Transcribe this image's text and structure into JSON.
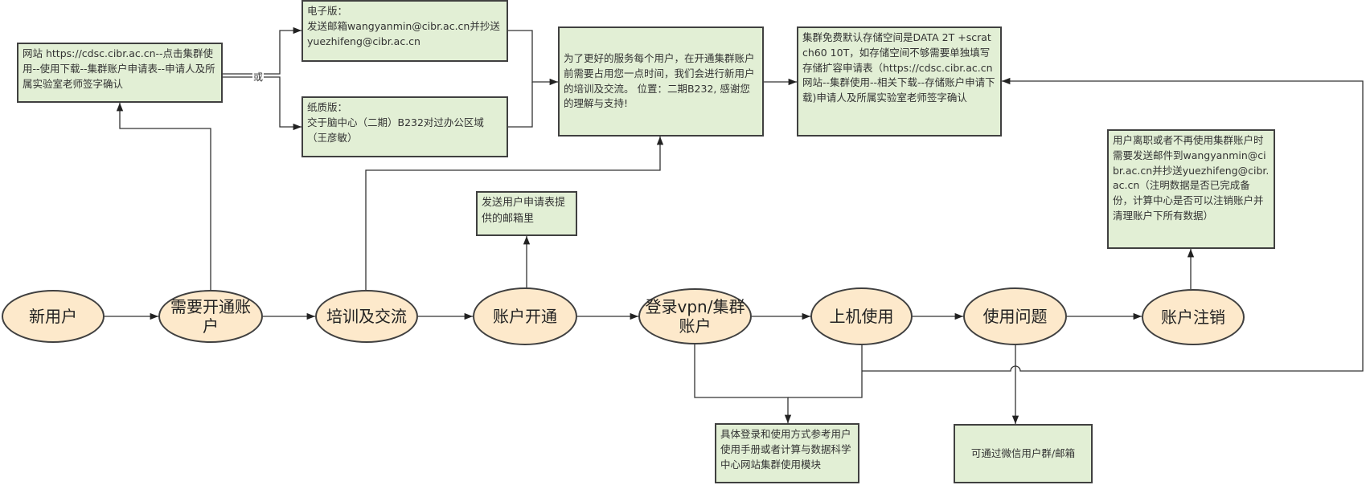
{
  "nodes": {
    "new_user": "新用户",
    "need_account": "需要开通账户",
    "training": "培训及交流",
    "account_open": "账户开通",
    "login": "登录vpn/集群\n账户",
    "use": "上机使用",
    "problems": "使用问题",
    "cancel": "账户注销"
  },
  "notes": {
    "website": "网站  https://cdsc.cibr.ac.cn--点击集群使用--使用下载--集群账户申请表--申请人及所属实验室老师签字确认",
    "electronic": "电子版：\n发送邮箱wangyanmin@cibr.ac.cn并抄送yuezhifeng@cibr.ac.cn",
    "paper": "纸质版：\n交于脑中心（二期）B232对过办公区域（王彦敏）",
    "training_info": "为了更好的服务每个用户，在开通集群账户前需要占用您一点时间，我们会进行新用户的培训及交流。 位置：二期B232, 感谢您的理解与支持!",
    "storage": "集群免费默认存储空间是DATA 2T +scratch60 10T，如存储空间不够需要单独填写存储扩容申请表（https://cdsc.cibr.ac.cn网站--集群使用--相关下载--存储账户申请下载)申请人及所属实验室老师签字确认",
    "email_form": "发送用户申请表提供的邮箱里",
    "cancel_info": "用户离职或者不再使用集群账户时需要发送邮件到wangyanmin@cibr.ac.cn并抄送yuezhifeng@cibr.ac.cn（注明数据是否已完成备份，计算中心是否可以注销账户并清理账户下所有数据）",
    "manual": "具体登录和使用方式参考用户使用手册或者计算与数据科学中心网站集群使用模块",
    "wechat": "可通过微信用户群/邮箱"
  },
  "labels": {
    "or": "或"
  }
}
